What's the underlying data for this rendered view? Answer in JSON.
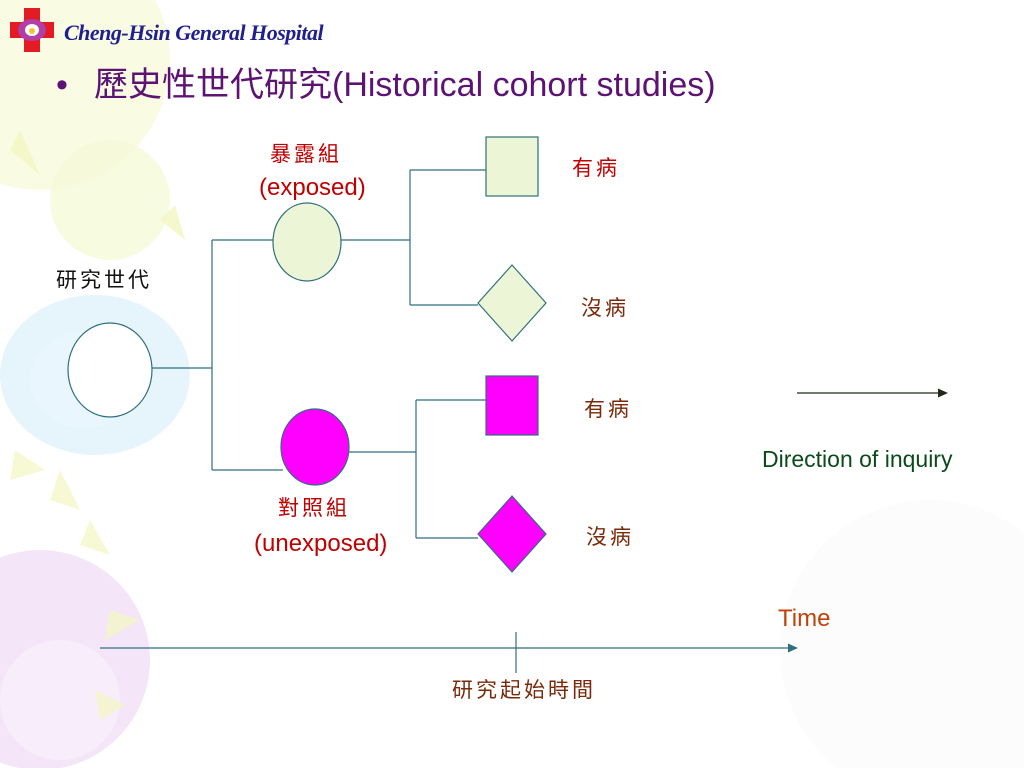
{
  "header": {
    "hospital_name": "Cheng-Hsin General Hospital"
  },
  "slide": {
    "bullet": "•",
    "title": "歷史性世代研究(Historical cohort studies)"
  },
  "diagram": {
    "cohort_label": "研究世代",
    "exposed": {
      "label_cn": "暴露組",
      "label_en": "(exposed)",
      "outcome_disease": "有病",
      "outcome_no_disease": "沒病"
    },
    "unexposed": {
      "label_cn": "對照組",
      "label_en": "(unexposed)",
      "outcome_disease": "有病",
      "outcome_no_disease": "沒病"
    },
    "direction_label": "Direction of inquiry",
    "time_label": "Time",
    "study_start_label": "研究起始時間"
  },
  "colors": {
    "exposed_fill": "#ecf6d6",
    "unexposed_fill": "#ff00ff",
    "cohort_fill": "#ffffff",
    "node_stroke": "#2f6f7f",
    "line": "#2f6f7f",
    "title_color": "#5c1373",
    "header_color": "#1f1f8f"
  },
  "icons": {
    "logo": "hospital-orchid-cross-logo"
  }
}
